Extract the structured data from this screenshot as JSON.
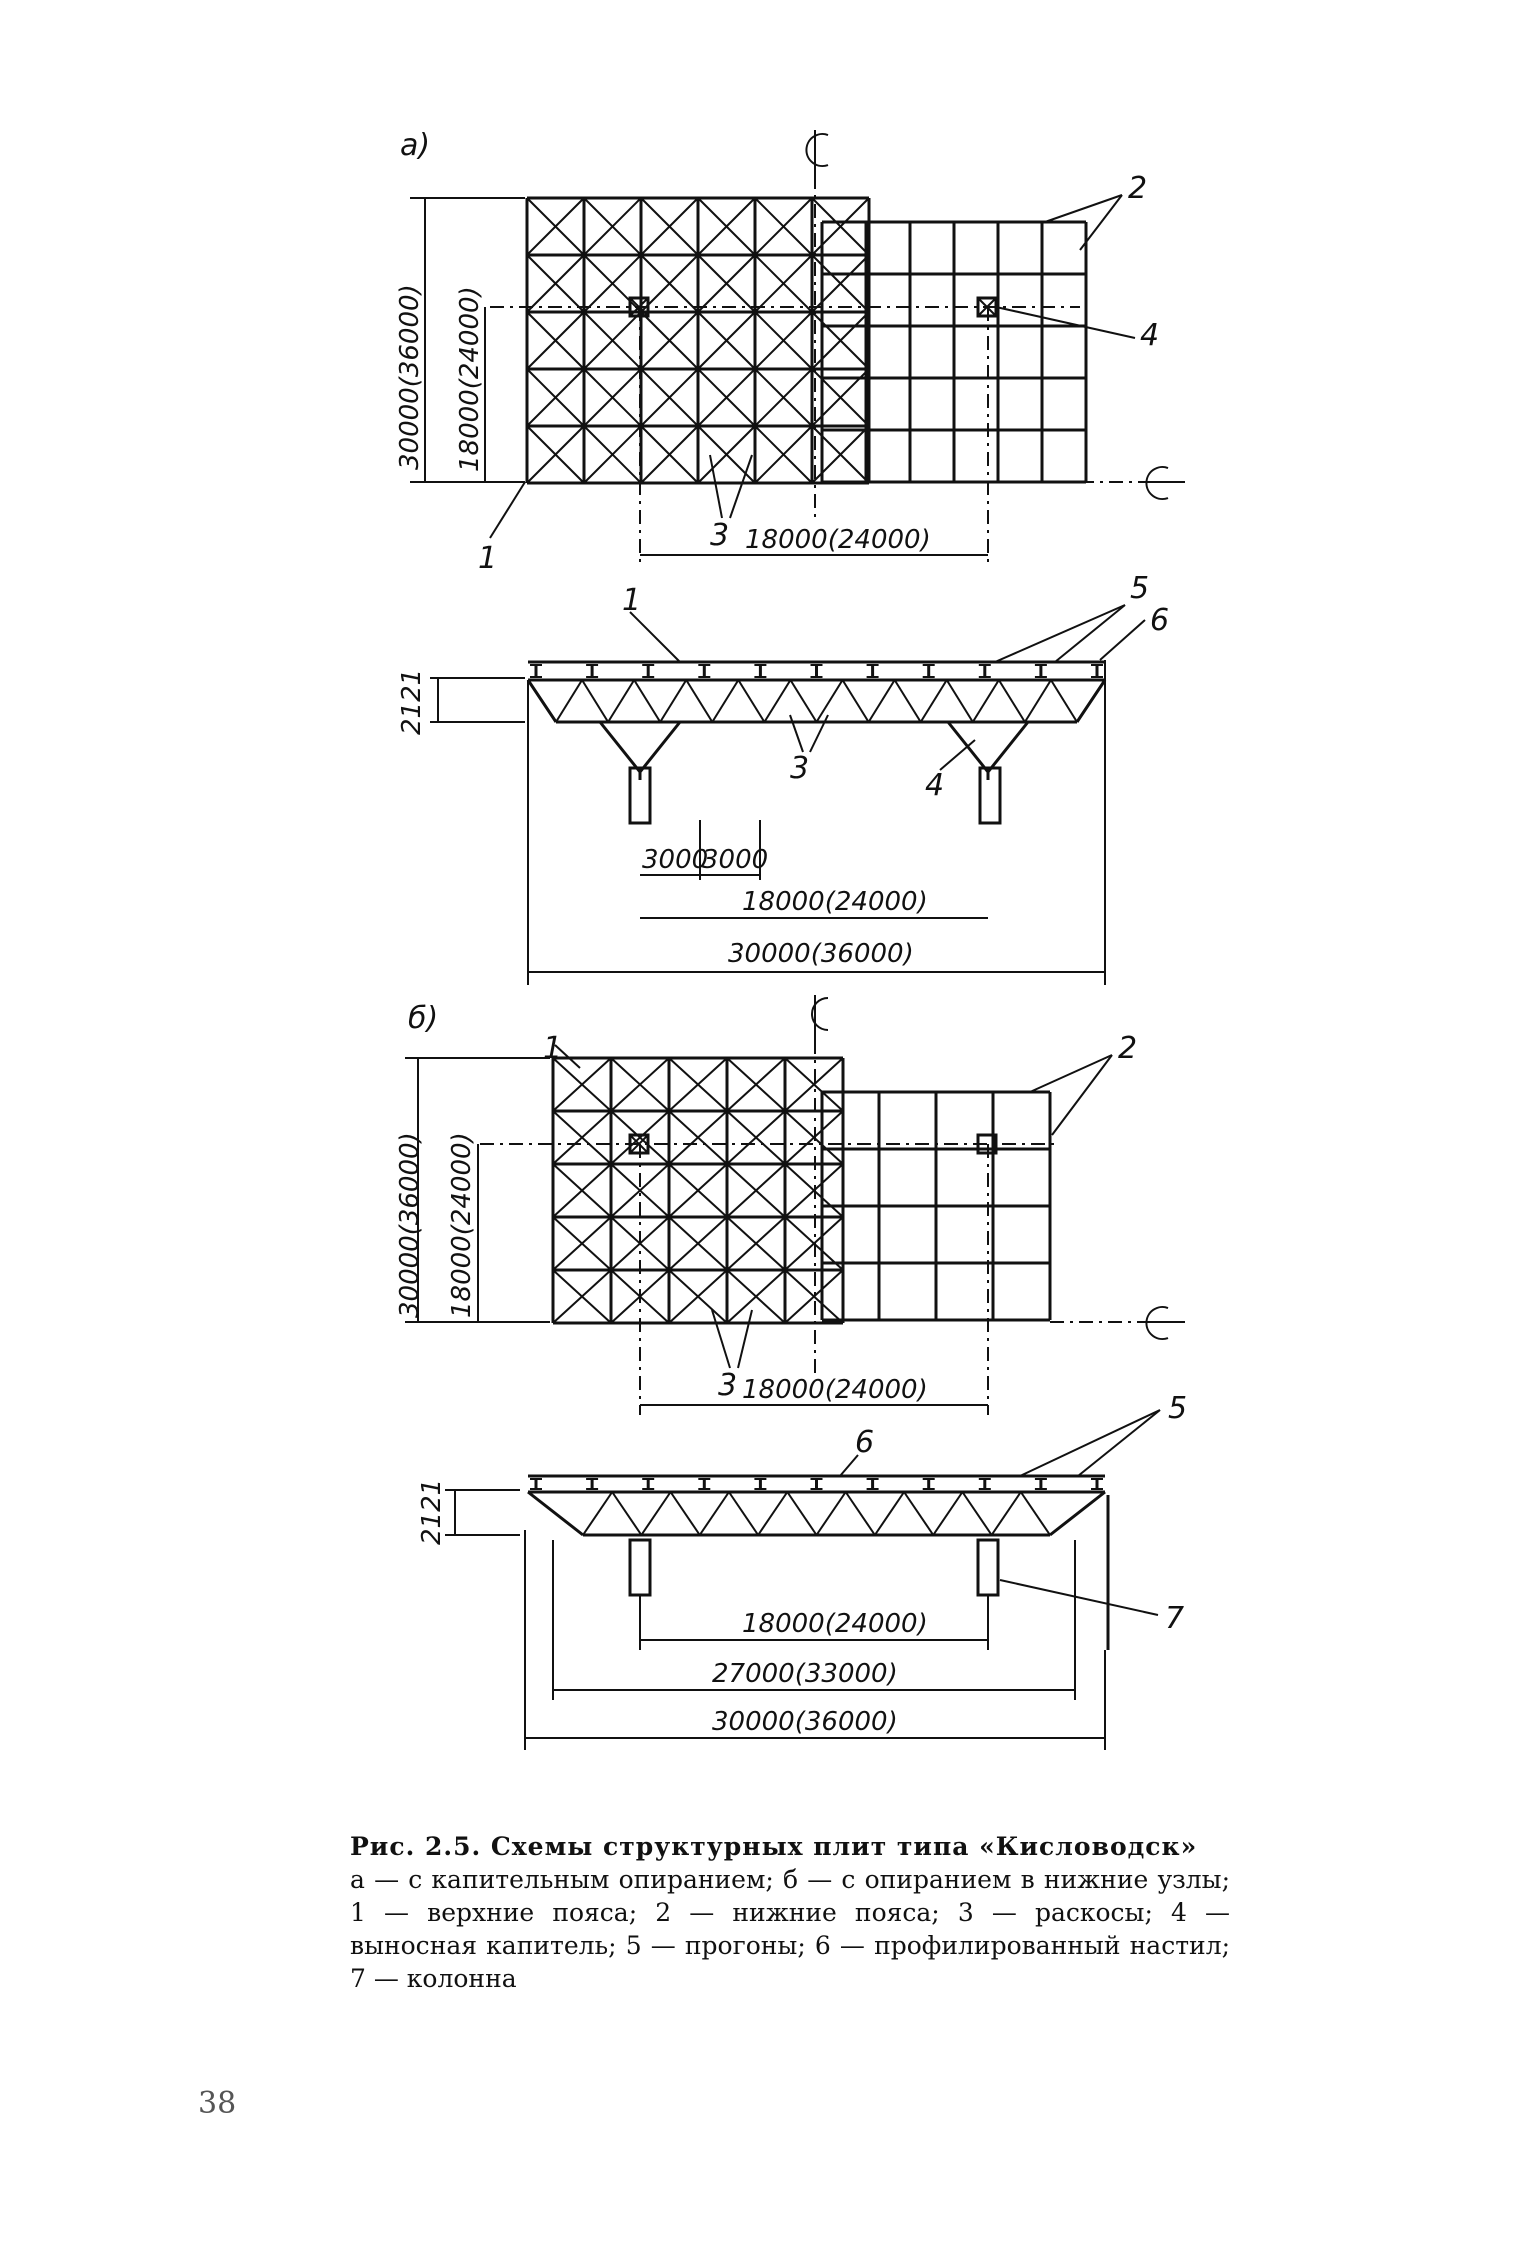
{
  "figure": {
    "caption_title": "Рис. 2.5. Схемы структурных плит типа «Кисловодск»",
    "caption_body": "а — с капительным опиранием; б — с опиранием в нижние узлы; 1 — верхние пояса; 2 — нижние пояса; 3 — раскосы; 4 — выносная капитель; 5 — прогоны; 6 — профилированный настил; 7 — колонна",
    "page_number": "38"
  },
  "panel_a": {
    "label": "а)",
    "plan": {
      "dim_total": "30000(36000)",
      "dim_inner": "18000(24000)",
      "dim_bottom": "18000(24000)",
      "callouts": [
        "1",
        "2",
        "3",
        "4"
      ]
    },
    "section": {
      "height": "2121",
      "dim_small_1": "3000",
      "dim_small_2": "3000",
      "dim_mid": "18000(24000)",
      "dim_total": "30000(36000)",
      "callouts": [
        "1",
        "3",
        "4",
        "5",
        "6"
      ]
    }
  },
  "panel_b": {
    "label": "б)",
    "plan": {
      "dim_total": "30000(36000)",
      "dim_inner": "18000(24000)",
      "dim_bottom": "18000(24000)",
      "callouts": [
        "1",
        "2",
        "3"
      ]
    },
    "section": {
      "height": "2121",
      "dim_mid": "18000(24000)",
      "dim_27": "27000(33000)",
      "dim_total": "30000(36000)",
      "callouts": [
        "5",
        "6",
        "7"
      ]
    }
  }
}
